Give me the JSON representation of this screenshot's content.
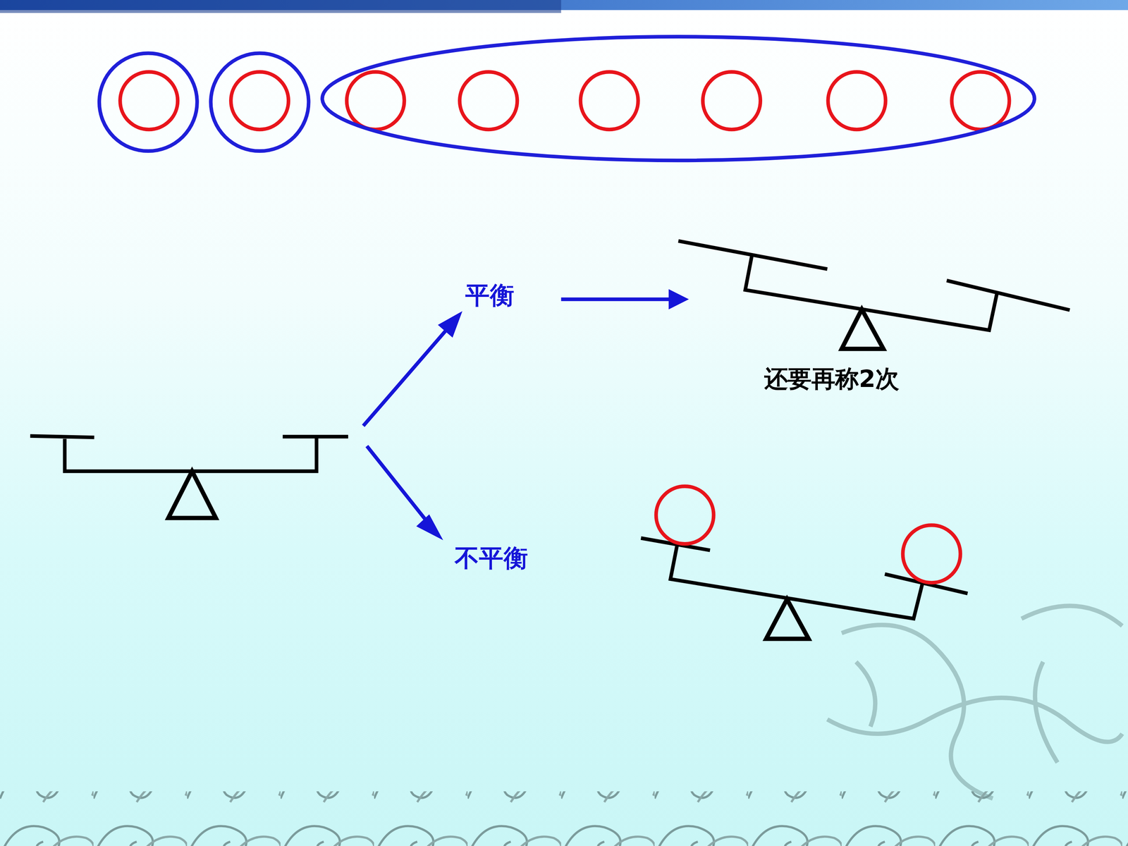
{
  "diagram": {
    "labels": [
      "平衡",
      "不平衡",
      "还要再称2次"
    ]
  }
}
